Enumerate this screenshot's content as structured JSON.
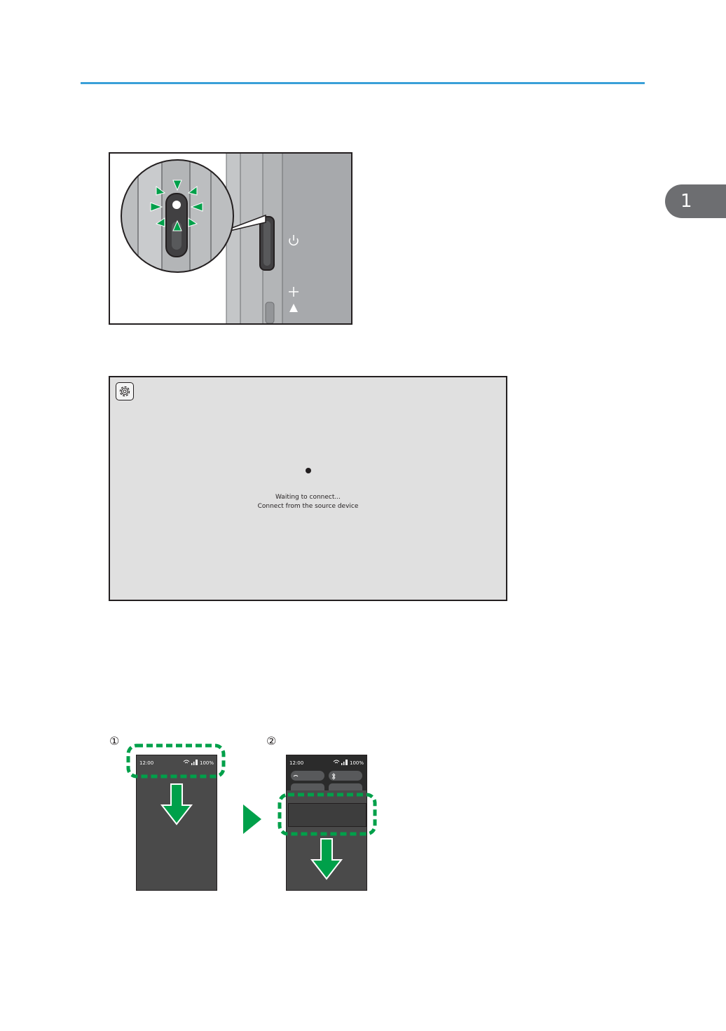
{
  "chapter": {
    "number": "1"
  },
  "screen": {
    "status_line1": "Waiting to connect...",
    "status_line2": "Connect from the source device"
  },
  "steps": [
    {
      "number": "①",
      "time": "12:00",
      "battery": "100%"
    },
    {
      "number": "②",
      "time": "12:00",
      "battery": "100%"
    }
  ],
  "colors": {
    "accent_rule": "#3aa0d8",
    "highlight_green": "#00a04a",
    "tab_gray": "#6d6e71",
    "phone_dark": "#4a4a4a",
    "screen_bg": "#e0e0e0"
  },
  "icons": [
    "power-icon",
    "plus-icon",
    "triangle-up-icon",
    "gear-icon",
    "wifi-icon",
    "signal-icon",
    "battery-icon",
    "bluetooth-icon"
  ]
}
